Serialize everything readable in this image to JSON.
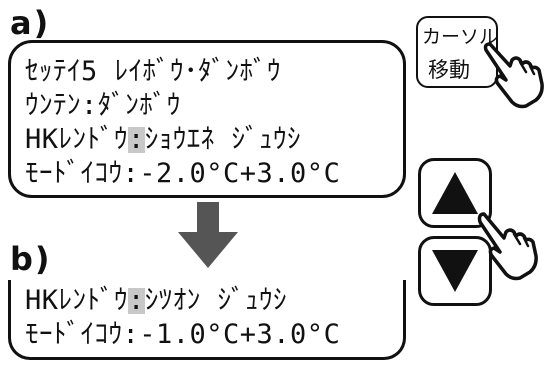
{
  "labels": {
    "a": "a)",
    "b": "b)"
  },
  "screen_a": {
    "lines": [
      {
        "text": "ｾｯﾃｲ5 ﾚｲﾎﾞｳ･ﾀﾞﾝﾎﾞｳ"
      },
      {
        "text": "ｳﾝﾃﾝ:ﾀﾞﾝﾎﾞｳ"
      },
      {
        "prefix": "HKﾚﾝﾄﾞｳ",
        "cursor": ":",
        "suffix": "ｼｮｳｴﾈ ｼﾞｭｳｼ"
      },
      {
        "text": "ﾓｰﾄﾞｲｺｳ:-2.0°C+3.0°C"
      }
    ]
  },
  "screen_b": {
    "lines": [
      {
        "prefix": "HKﾚﾝﾄﾞｳ",
        "cursor": ":",
        "suffix": "ｼﾂｵﾝ ｼﾞｭｳｼ"
      },
      {
        "text": "ﾓｰﾄﾞｲｺｳ:-1.0°C+3.0°C"
      }
    ]
  },
  "cursor_move_button": {
    "line1": "カーソル",
    "line2": "移動"
  },
  "buttons": {
    "up": "up-triangle-icon",
    "down": "down-triangle-icon"
  },
  "colors": {
    "ink": "#111111",
    "cursor_highlight": "#c8c8c8",
    "arrow": "#555555"
  }
}
